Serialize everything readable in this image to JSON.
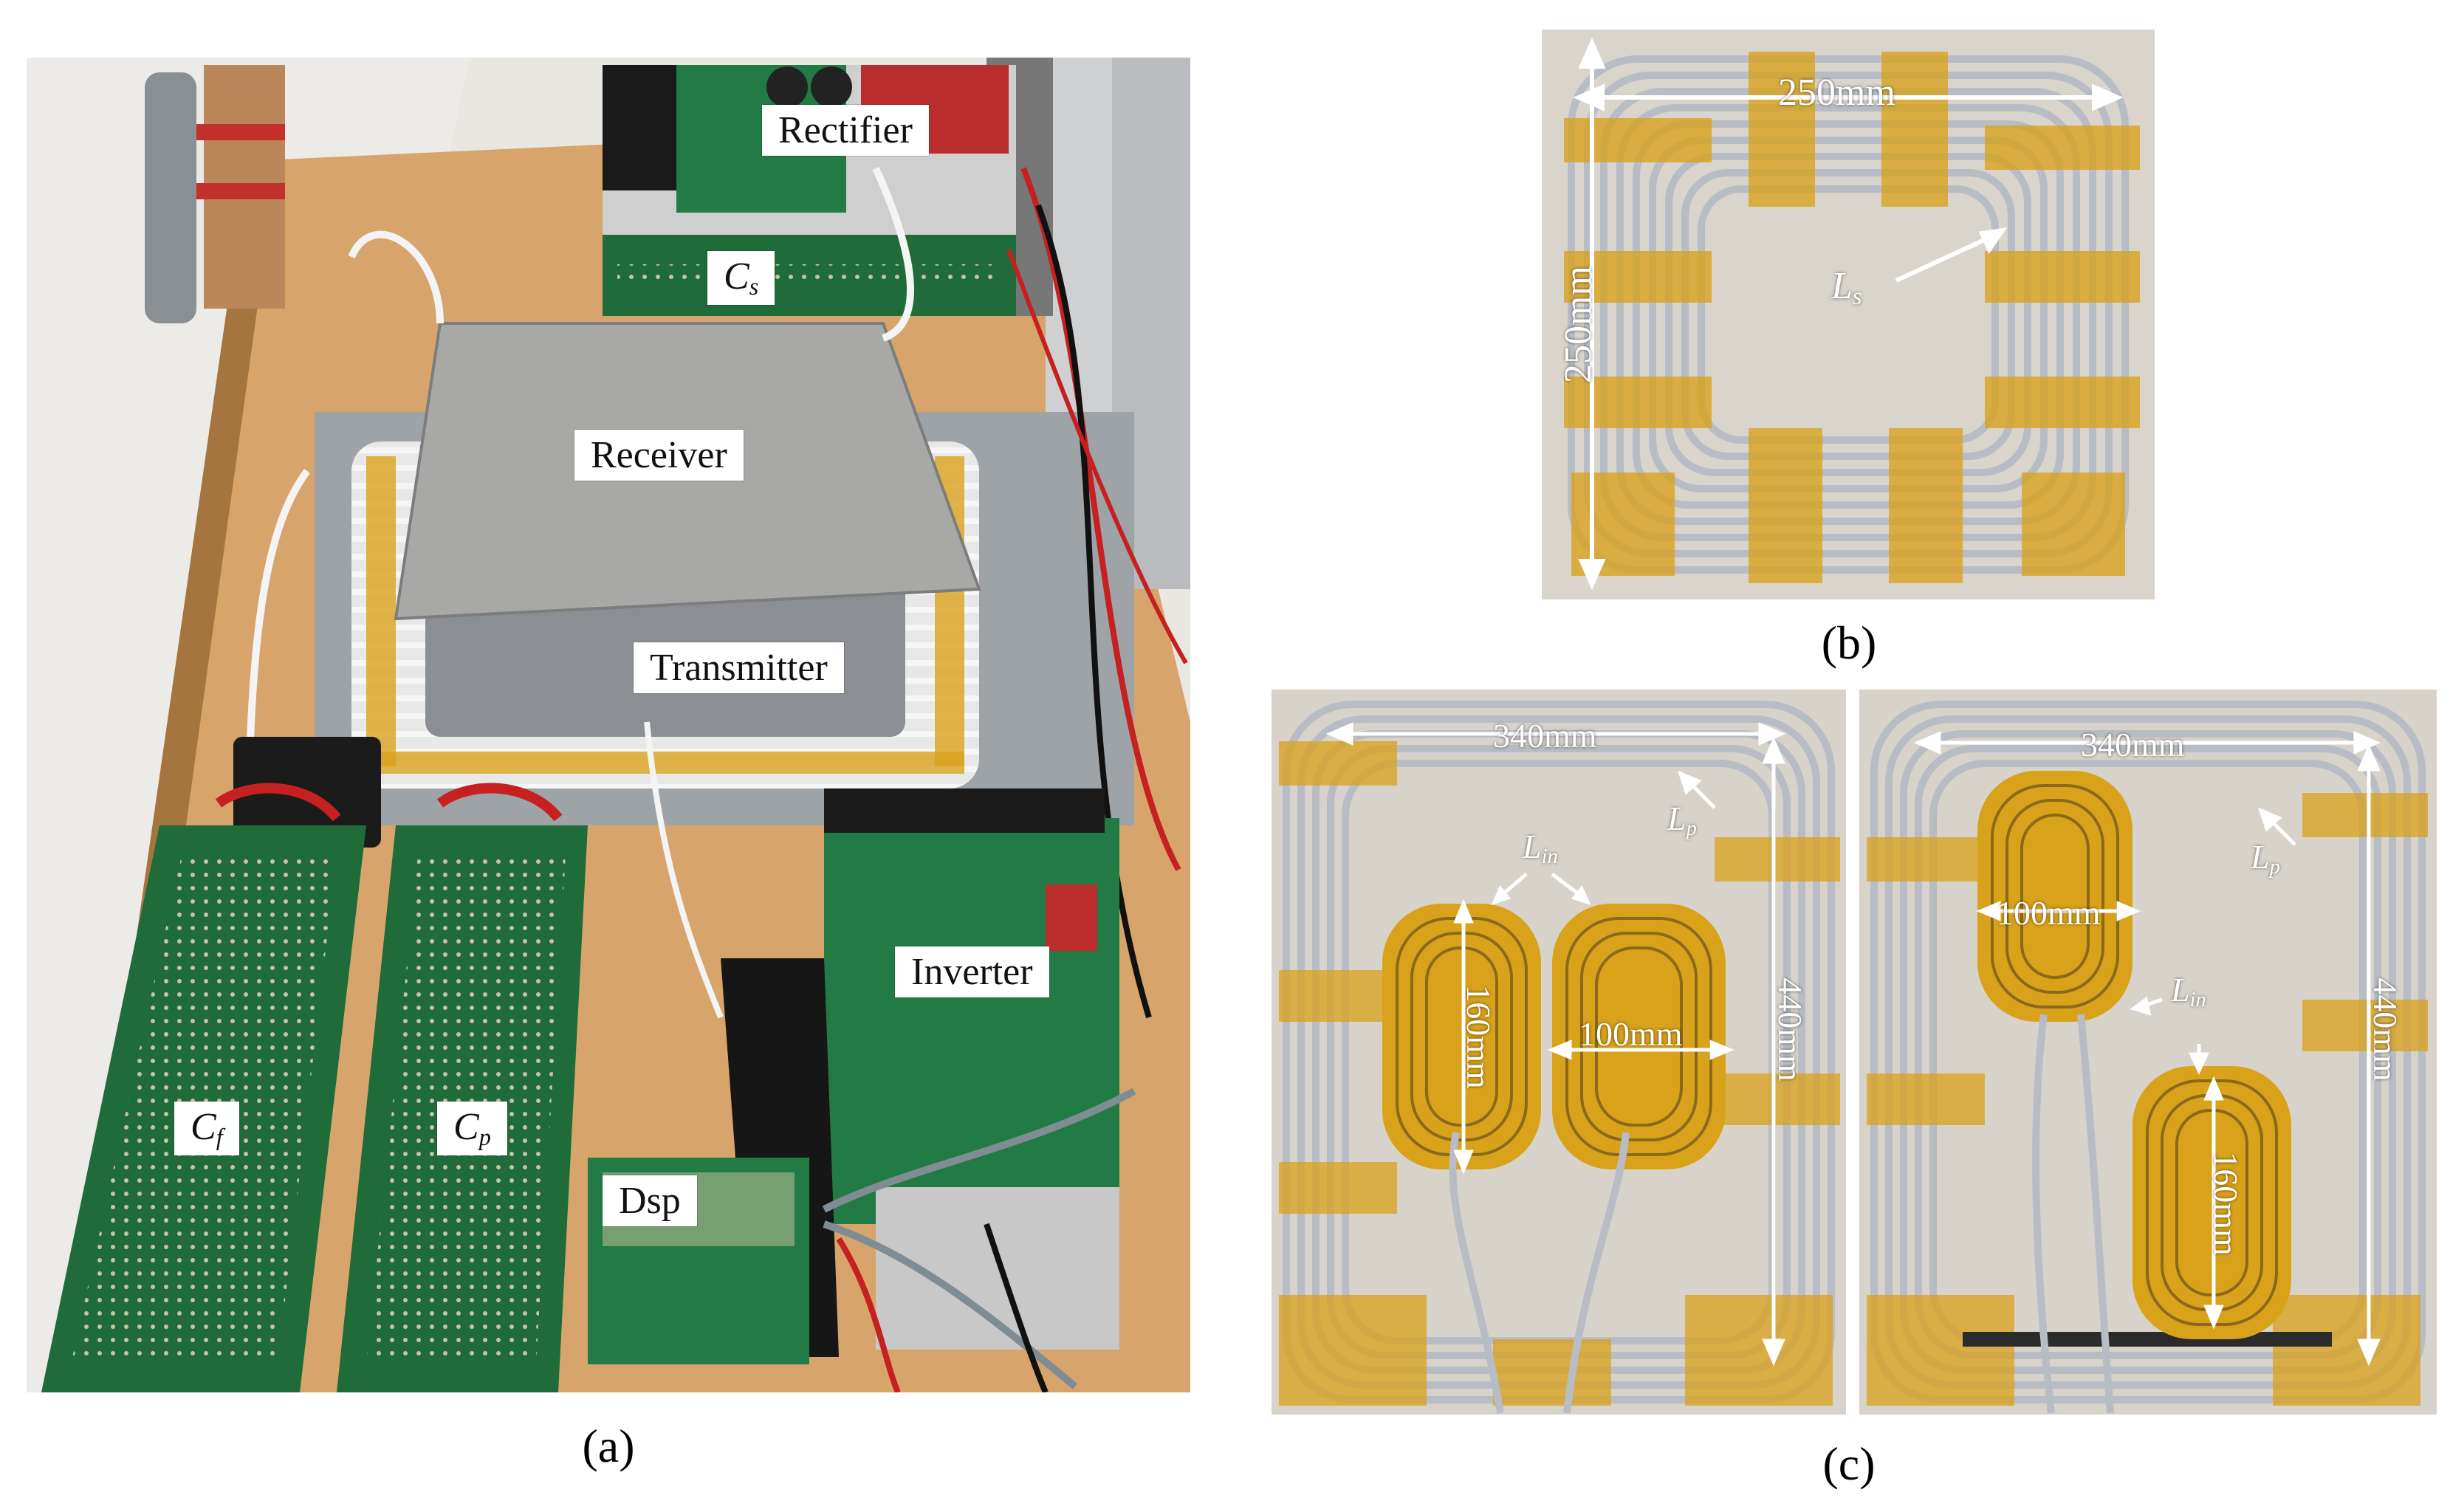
{
  "panel_a": {
    "caption": "(a)",
    "labels": {
      "rectifier": "Rectifier",
      "cs_main": "C",
      "cs_sub": "s",
      "receiver": "Receiver",
      "transmitter": "Transmitter",
      "inverter": "Inverter",
      "cf_main": "C",
      "cf_sub": "f",
      "cp_main": "C",
      "cp_sub": "p",
      "dsp": "Dsp"
    }
  },
  "panel_b": {
    "caption": "(b)",
    "dim_horizontal": "250mm",
    "dim_vertical": "250mm",
    "ls_main": "L",
    "ls_sub": "s"
  },
  "panel_c": {
    "caption": "(c)",
    "left": {
      "dim_width": "340mm",
      "dim_height": "440mm",
      "lp_main": "L",
      "lp_sub": "p",
      "lin_main": "L",
      "lin_sub": "in",
      "inner_height": "160mm",
      "inner_width": "100mm"
    },
    "right": {
      "dim_width": "340mm",
      "dim_height": "440mm",
      "lp_main": "L",
      "lp_sub": "p",
      "lin_main": "L",
      "lin_sub": "in",
      "inner_width": "100mm",
      "inner_height": "160mm"
    }
  },
  "colors": {
    "pcb_green": "#1f6b3a",
    "kapton": "#d9a21b",
    "wire_gray": "#b8bcc4",
    "desk": "#d7a56b"
  }
}
